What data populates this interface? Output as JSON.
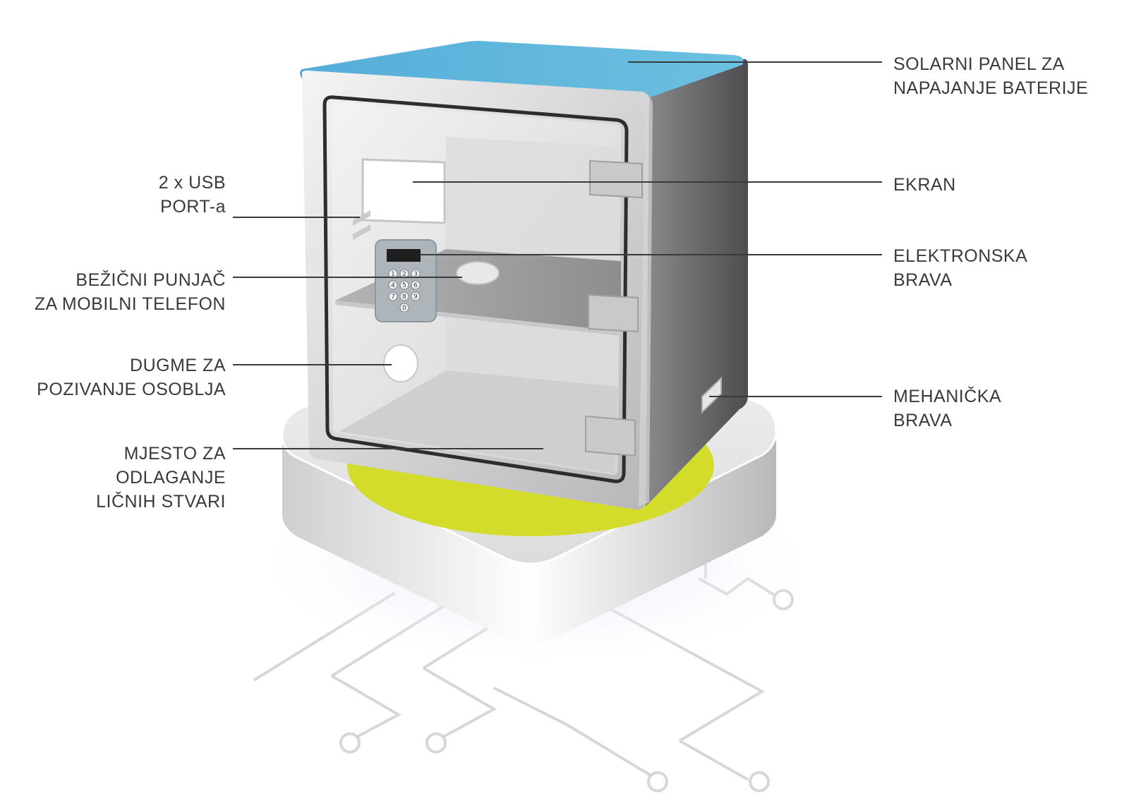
{
  "labels": {
    "solar": [
      "SOLARNI PANEL ZA",
      "NAPAJANJE BATERIJE"
    ],
    "screen": [
      "EKRAN"
    ],
    "electronic_lock": [
      "ELEKTRONSKA",
      "BRAVA"
    ],
    "mechanical_lock": [
      "MEHANIČKA",
      "BRAVA"
    ],
    "usb": [
      "2 x USB",
      "PORT-a"
    ],
    "wireless_charger": [
      "BEŽIČNI PUNJAČ",
      "ZA MOBILNI TELEFON"
    ],
    "staff_button": [
      "DUGME ZA",
      "POZIVANJE OSOBLJA"
    ],
    "storage": [
      "MJESTO ZA",
      "ODLAGANJE",
      "LIČNIH STVARI"
    ]
  },
  "keypad_keys": [
    "1",
    "2",
    "3",
    "4",
    "5",
    "6",
    "7",
    "8",
    "9",
    "0"
  ],
  "colors": {
    "solar_panel": "#5ab0d8",
    "charging_pad": "#d4dc2b",
    "safe_body": "#a9a9ab",
    "safe_side": "#5a5a5c",
    "base": "#e4e4e4",
    "leader_line": "#3a3a3a",
    "circuit": "#d7d7d7"
  }
}
